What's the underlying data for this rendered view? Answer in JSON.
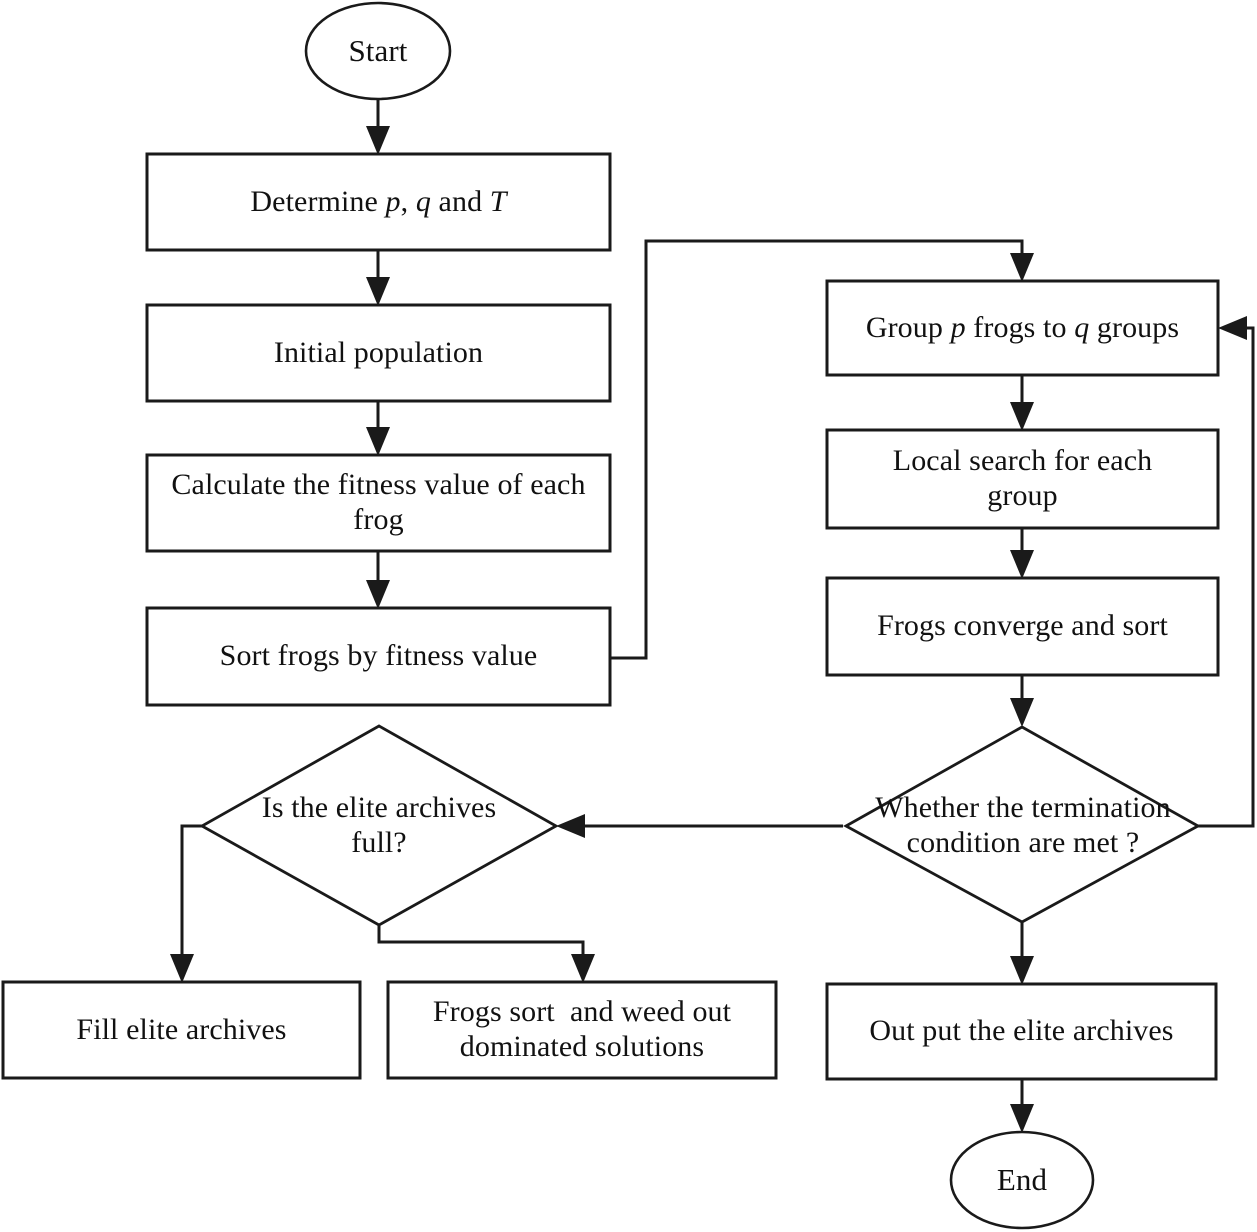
{
  "diagram": {
    "title": "Multi-objective shuffled frog leaping algorithm flowchart",
    "stroke_color": "#1a1a1a",
    "background_color": "#ffffff",
    "text_color": "#111111"
  },
  "nodes": {
    "start": {
      "label": "Start",
      "shape": "ellipse"
    },
    "determine_params": {
      "label_pre": "Determine ",
      "var1": "p",
      "sep1": ", ",
      "var2": "q",
      "sep2": " and ",
      "var3": "T",
      "label_full": "Determine p, q and T",
      "shape": "process"
    },
    "initial_population": {
      "label": "Initial population",
      "shape": "process"
    },
    "calculate_fitness": {
      "label": "Calculate the fitness value of each frog",
      "shape": "process"
    },
    "sort_frogs": {
      "label": "Sort frogs by fitness value",
      "shape": "process"
    },
    "group_frogs": {
      "label_pre": "Group ",
      "var1": "p",
      "sep1": " frogs to ",
      "var2": "q",
      "sep2": " groups",
      "label_full": "Group p frogs to q groups",
      "shape": "process"
    },
    "local_search": {
      "label": "Local search for each group",
      "shape": "process"
    },
    "converge_sort": {
      "label": "Frogs converge and sort",
      "shape": "process"
    },
    "termination_check": {
      "label": "Whether the termination condition are met ?",
      "shape": "decision"
    },
    "elite_full_check": {
      "label": "Is the elite archives full?",
      "shape": "decision"
    },
    "fill_elite": {
      "label": "Fill elite archives",
      "shape": "process"
    },
    "weed_out": {
      "label": "Frogs sort  and weed out dominated solutions",
      "shape": "process"
    },
    "output_elite": {
      "label": "Out put the elite archives",
      "shape": "process"
    },
    "end": {
      "label": "End",
      "shape": "ellipse"
    }
  },
  "connectors": [
    {
      "id": "start-to-determine",
      "from": "start",
      "to": "determine_params",
      "label": ""
    },
    {
      "id": "determine-to-initial",
      "from": "determine_params",
      "to": "initial_population",
      "label": ""
    },
    {
      "id": "initial-to-calculate",
      "from": "initial_population",
      "to": "calculate_fitness",
      "label": ""
    },
    {
      "id": "calculate-to-sort",
      "from": "calculate_fitness",
      "to": "sort_frogs",
      "label": ""
    },
    {
      "id": "sort-to-group",
      "from": "sort_frogs",
      "to": "group_frogs",
      "label": ""
    },
    {
      "id": "group-to-local",
      "from": "group_frogs",
      "to": "local_search",
      "label": ""
    },
    {
      "id": "local-to-converge",
      "from": "local_search",
      "to": "converge_sort",
      "label": ""
    },
    {
      "id": "converge-to-termination",
      "from": "converge_sort",
      "to": "termination_check",
      "label": ""
    },
    {
      "id": "termination-loop-back",
      "from": "termination_check",
      "to": "group_frogs",
      "label": ""
    },
    {
      "id": "termination-to-elite-check",
      "from": "termination_check",
      "to": "elite_full_check",
      "label": ""
    },
    {
      "id": "termination-to-output",
      "from": "termination_check",
      "to": "output_elite",
      "label": ""
    },
    {
      "id": "elite-check-to-fill",
      "from": "elite_full_check",
      "to": "fill_elite",
      "label": ""
    },
    {
      "id": "elite-check-to-weed-out",
      "from": "elite_full_check",
      "to": "weed_out",
      "label": ""
    },
    {
      "id": "output-to-end",
      "from": "output_elite",
      "to": "end",
      "label": ""
    }
  ]
}
